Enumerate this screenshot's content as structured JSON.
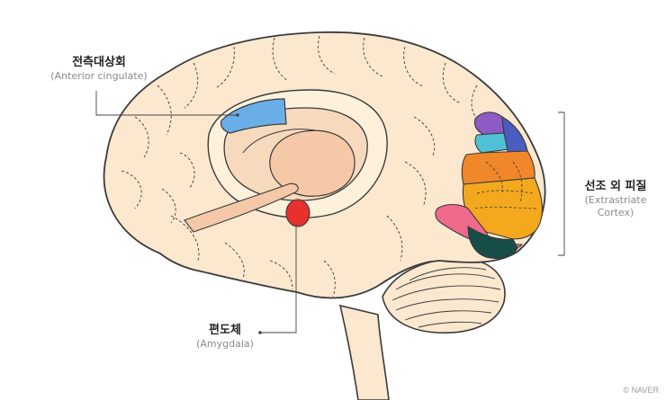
{
  "labels": {
    "anterior_cingulate": {
      "ko": "전측대상회",
      "en": "(Anterior cingulate)"
    },
    "amygdala": {
      "ko": "편도체",
      "en": "(Amygdala)"
    },
    "extrastriate": {
      "ko": "선조 외 피질",
      "en": "(Extrastriate Cortex)"
    }
  },
  "credit": "© NAVER",
  "colors": {
    "skin": "#fbe8cf",
    "outline": "#3a3a3a",
    "anterior_cingulate": "#6aaee8",
    "amygdala": "#e8302c",
    "extrastriate": [
      "#8e5bc4",
      "#4fc0d6",
      "#4a5dc0",
      "#f0872a",
      "#f3a81e",
      "#ef6a8a",
      "#164d48"
    ]
  }
}
